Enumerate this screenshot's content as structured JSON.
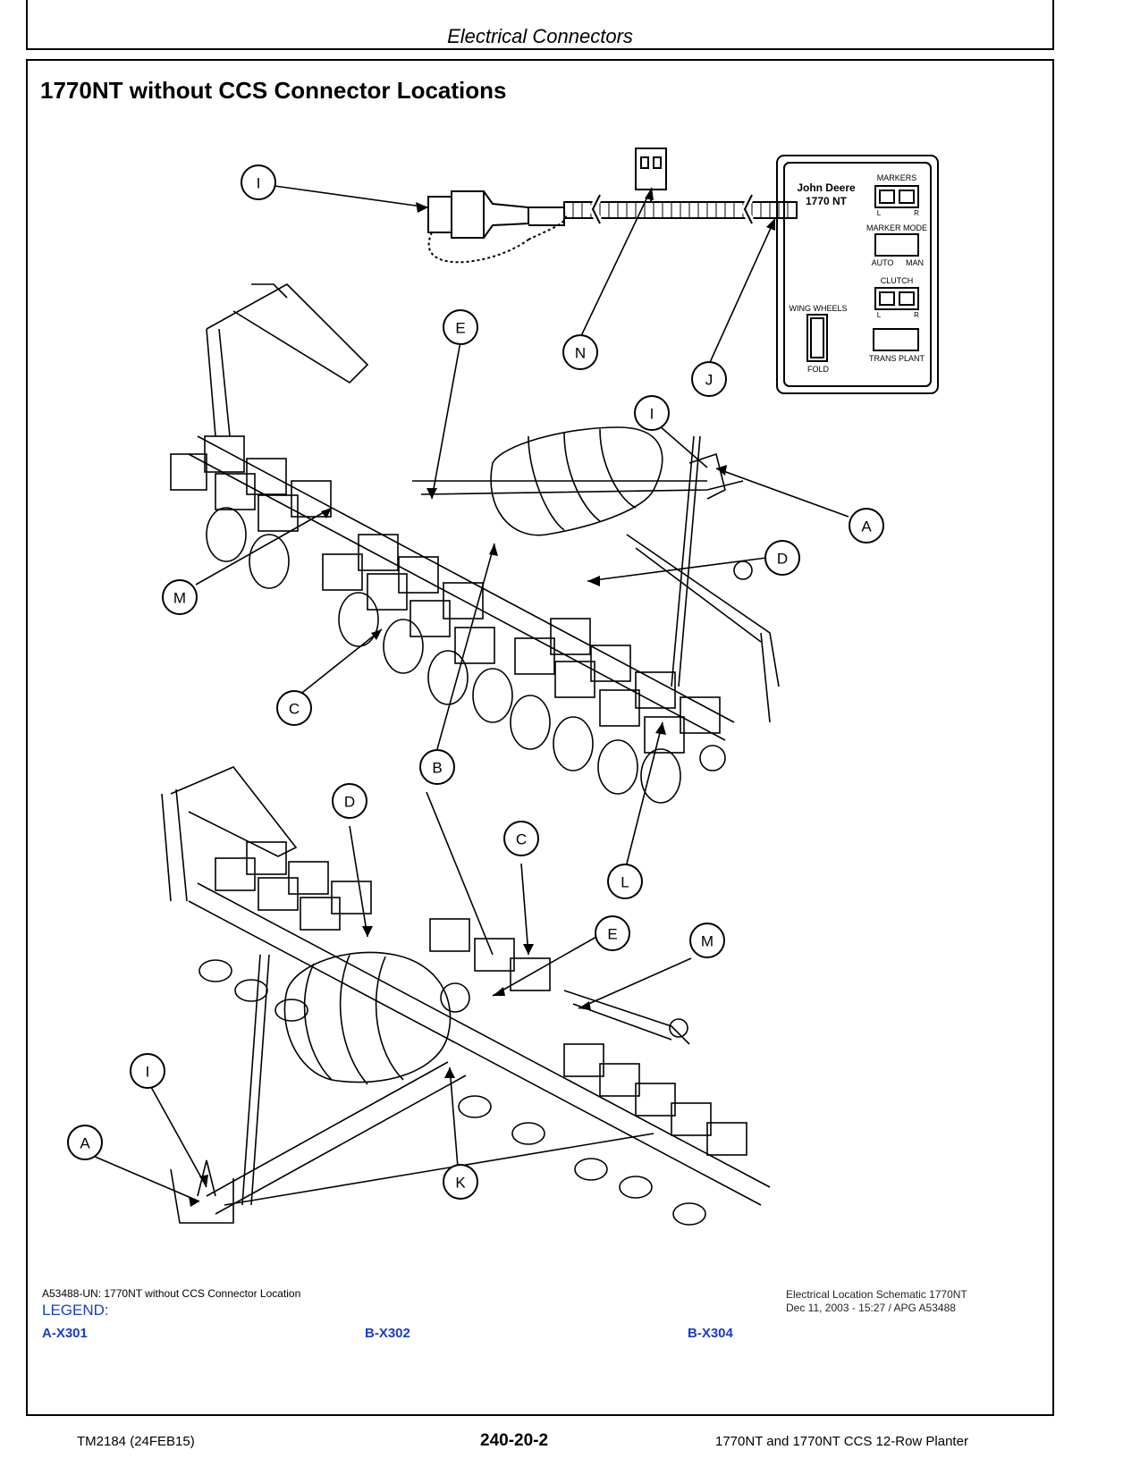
{
  "header": {
    "section_title": "Electrical Connectors"
  },
  "figure": {
    "title": "1770NT without CCS Connector Locations",
    "callouts": {
      "i_top": "I",
      "n": "N",
      "j": "J",
      "e_upper": "E",
      "i_mid": "I",
      "a_upper": "A",
      "d_upper": "D",
      "m_upper": "M",
      "c_upper": "C",
      "b": "B",
      "d_lower": "D",
      "c_lower": "C",
      "l": "L",
      "e_lower": "E",
      "m_lower": "M",
      "i_lower": "I",
      "a_lower": "A",
      "k": "K"
    },
    "control_box": {
      "brand": "John Deere",
      "model": "1770 NT",
      "markers": "MARKERS",
      "markers_l": "L",
      "markers_r": "R",
      "marker_mode": "MARKER  MODE",
      "auto": "AUTO",
      "man": "MAN",
      "clutch": "CLUTCH",
      "clutch_l": "L",
      "clutch_r": "R",
      "wing_wheels": "WING  WHEELS",
      "fold": "FOLD",
      "trans_plant": "TRANS  PLANT"
    },
    "schematic_note_line1": "Electrical Location Schematic 1770NT",
    "schematic_note_line2": "Dec 11, 2003  -  15:27 / APG  A53488",
    "caption": "A53488-UN: 1770NT without CCS Connector Location"
  },
  "legend": {
    "title": "LEGEND:",
    "items": [
      "A-X301",
      "B-X302",
      "B-X304"
    ]
  },
  "footer": {
    "left": "TM2184 (24FEB15)",
    "center": "240-20-2",
    "right": "1770NT and 1770NT CCS 12-Row Planter"
  }
}
